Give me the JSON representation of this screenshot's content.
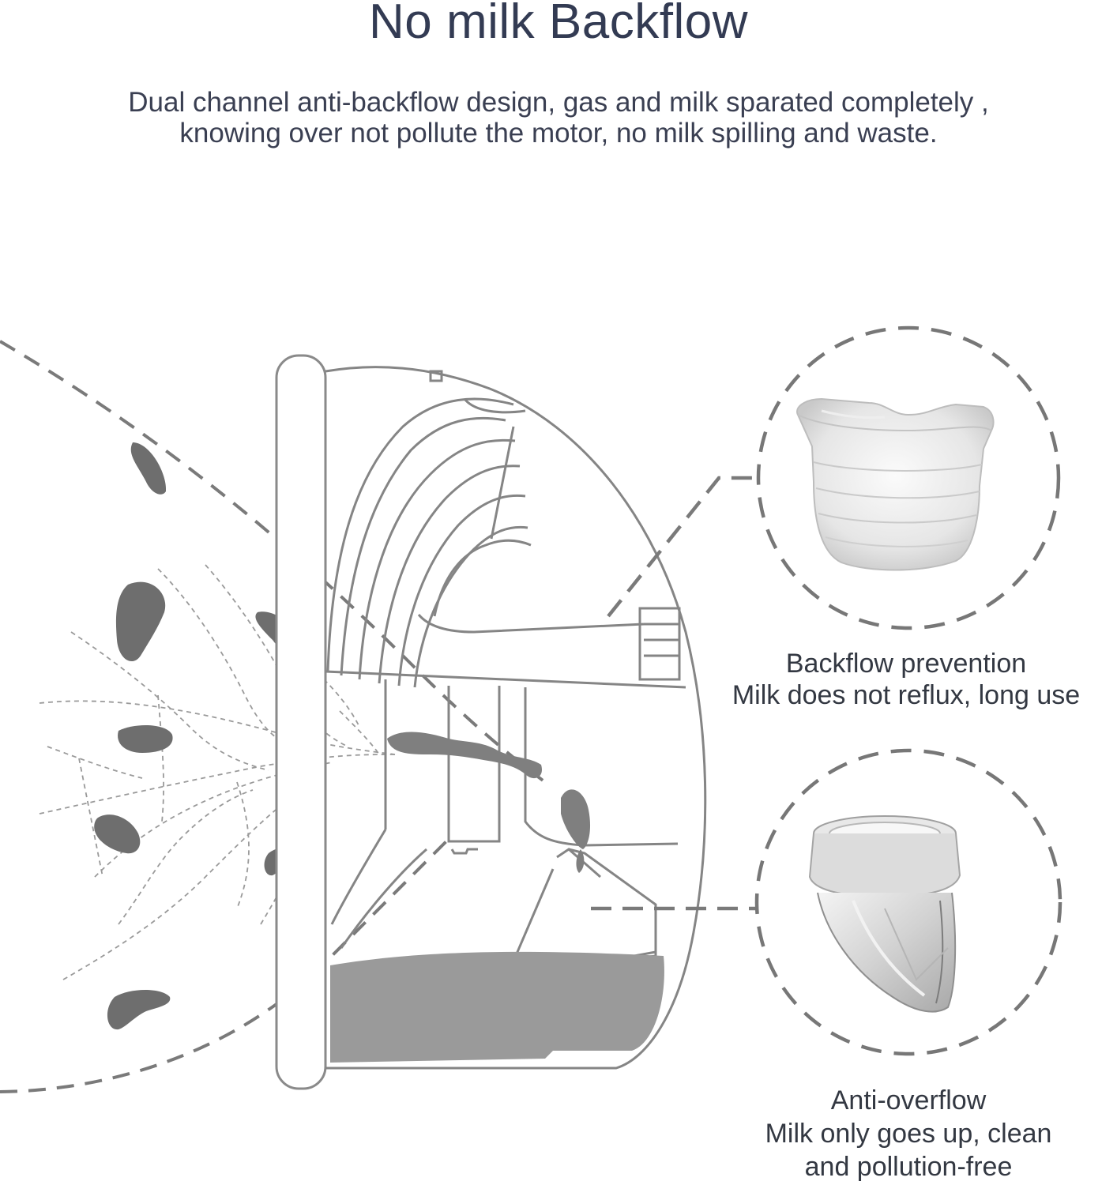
{
  "title": "No milk Backflow",
  "subtitle": {
    "line1": "Dual channel anti-backflow design, gas and milk sparated completely ,",
    "line2": "knowing over not pollute the motor, no milk spilling and waste."
  },
  "colors": {
    "title": "#333b53",
    "text": "#333842",
    "line": "#7a7a7a",
    "milk": "#8f8f8f",
    "drop": "#6e6e6e"
  },
  "callouts": {
    "backflow": {
      "heading": "Backflow prevention",
      "detail": "Milk does not reflux, long use"
    },
    "overflow": {
      "heading": "Anti-overflow",
      "detail_line1": "Milk only goes up, clean",
      "detail_line2": "and pollution-free"
    }
  },
  "icons": {
    "pump": "breast-pump-cross-section-illustration",
    "valve": "backflow-valve-image",
    "duckbill": "anti-overflow-valve-image"
  }
}
